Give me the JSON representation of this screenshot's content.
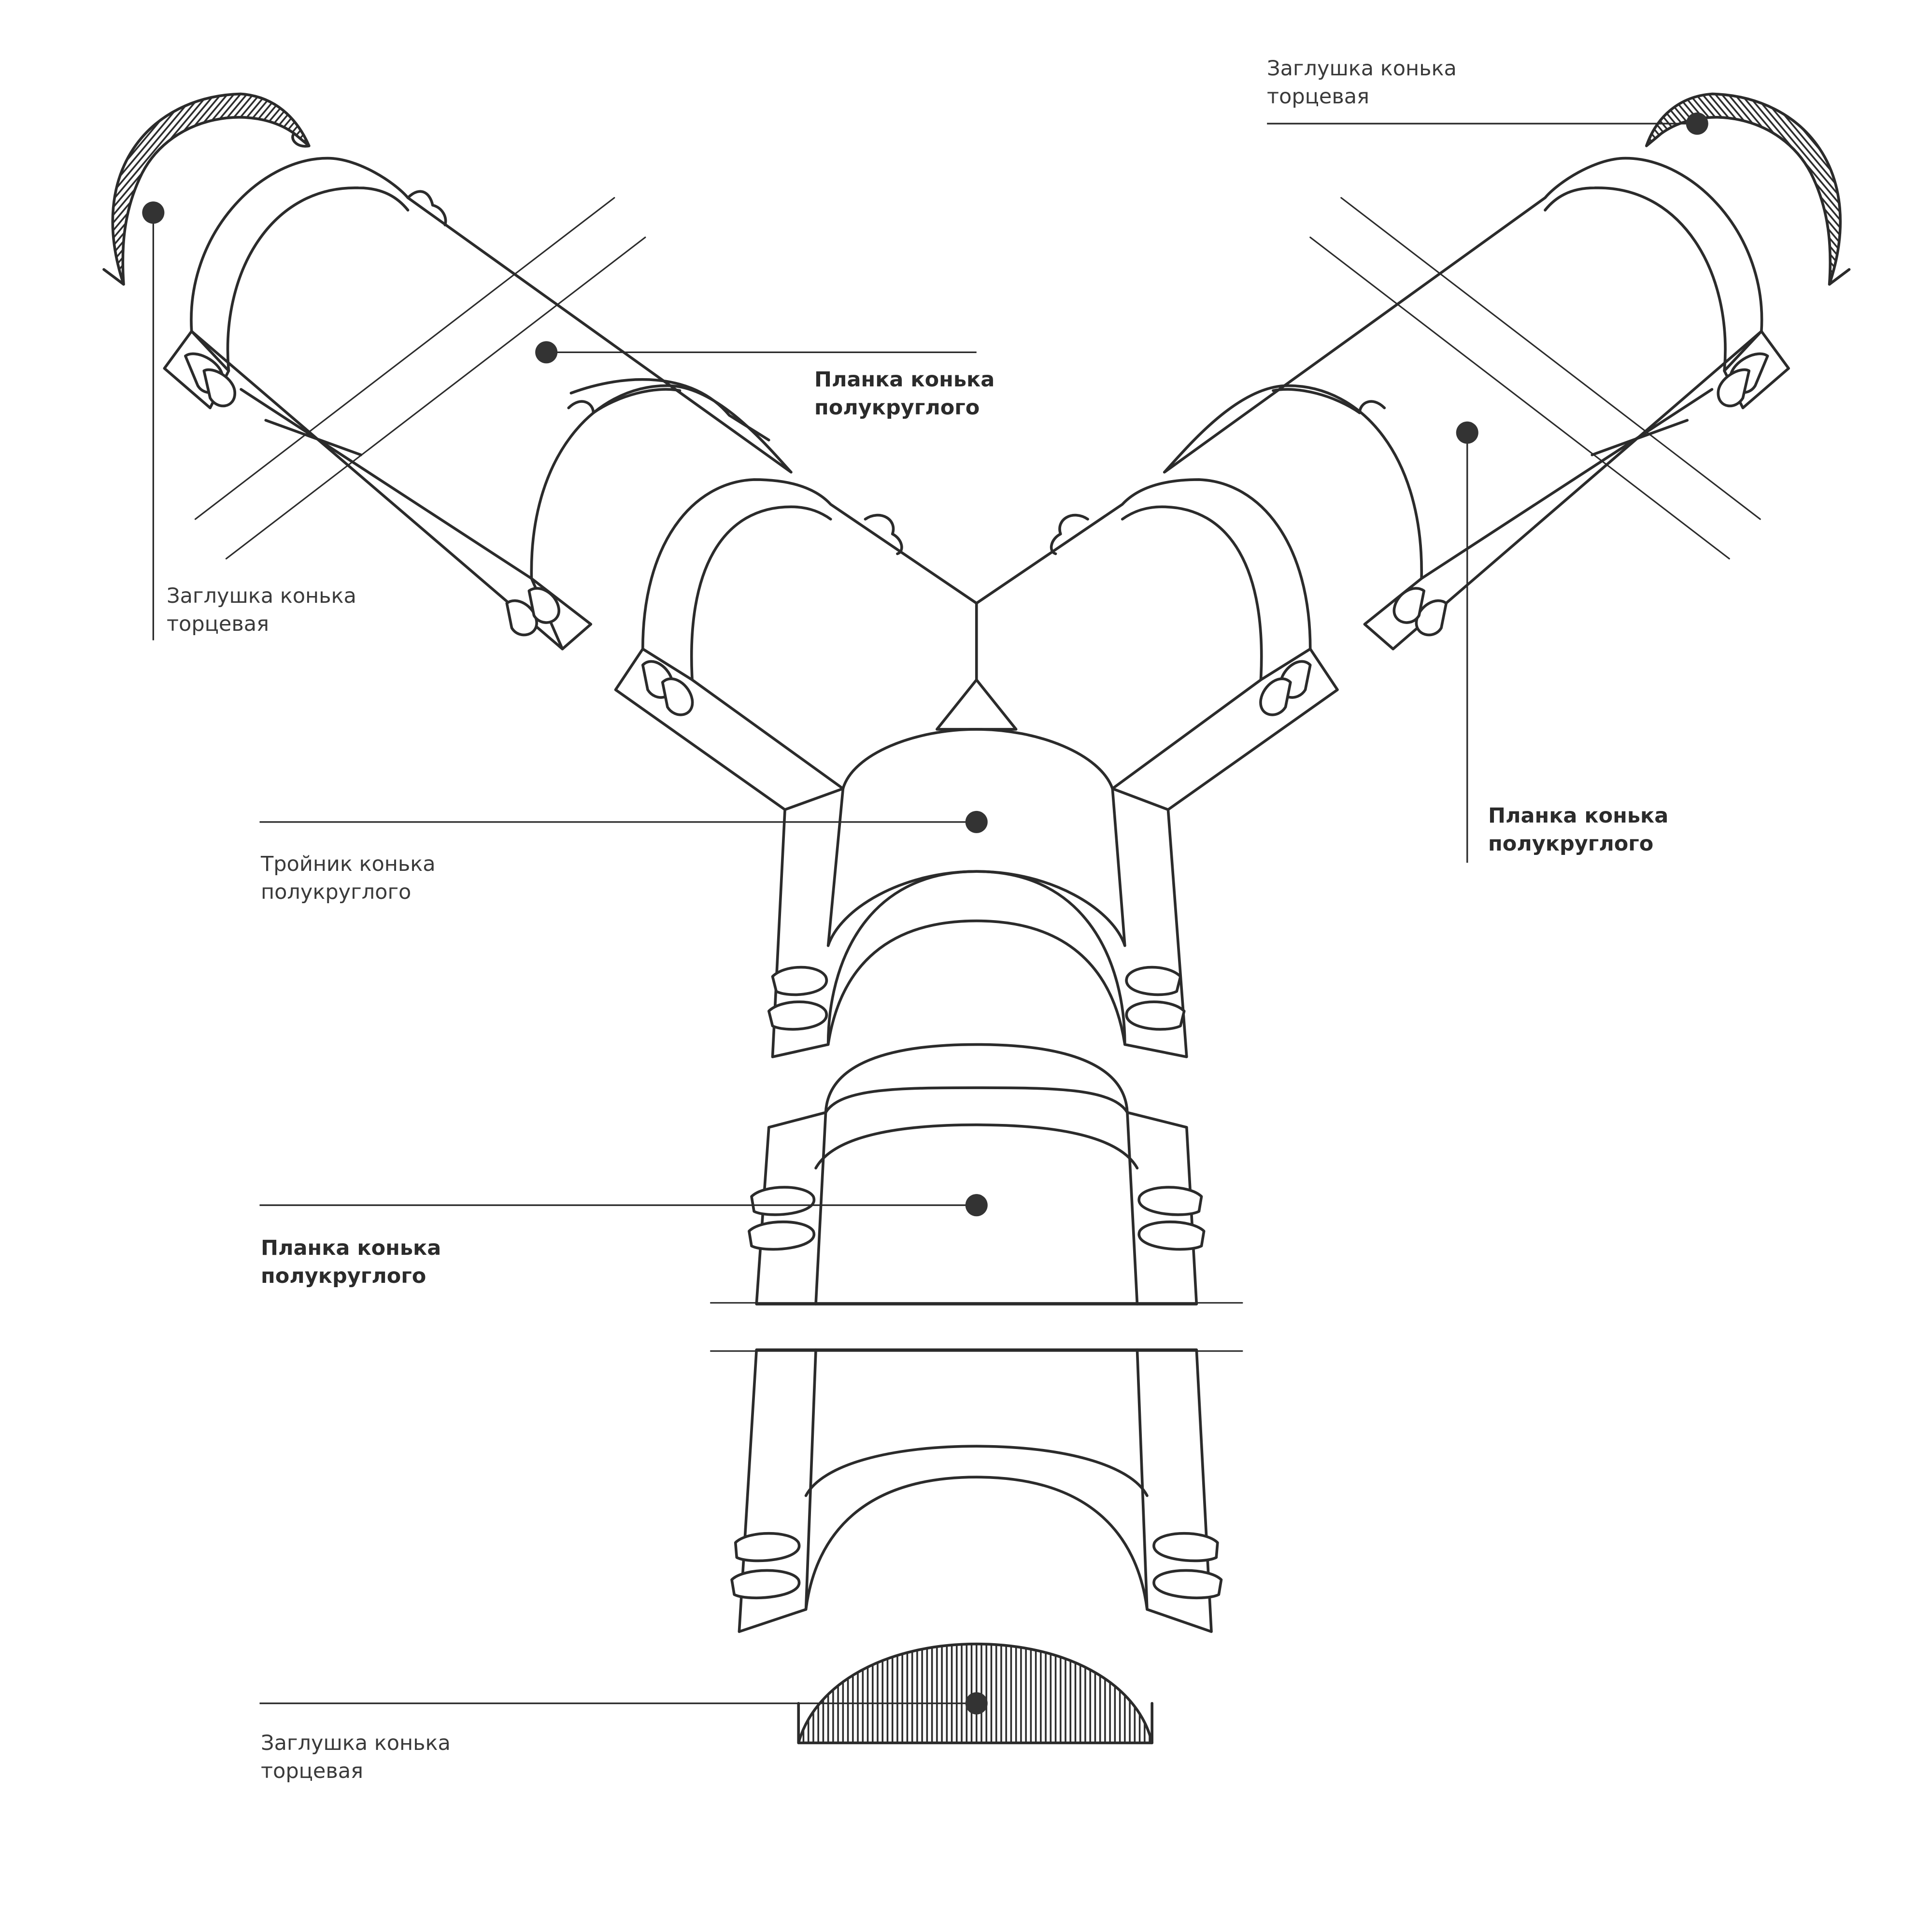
{
  "labels": {
    "cap_top_left": {
      "line1": "Заглушка конька",
      "line2": "торцевая"
    },
    "cap_top_right": {
      "line1": "Заглушка конька",
      "line2": "торцевая"
    },
    "ridge_upper_left": {
      "line1": "Планка конька",
      "line2": "полукруглого"
    },
    "ridge_upper_right": {
      "line1": "Планка конька",
      "line2": "полукруглого"
    },
    "tee": {
      "line1": "Тройник конька",
      "line2": "полукруглого"
    },
    "ridge_lower": {
      "line1": "Планка конька",
      "line2": "полукруглого"
    },
    "cap_bottom": {
      "line1": "Заглушка конька",
      "line2": "торцевая"
    }
  },
  "colors": {
    "stroke": "#2b2b2b",
    "marker": "#333333",
    "background": "#ffffff"
  }
}
